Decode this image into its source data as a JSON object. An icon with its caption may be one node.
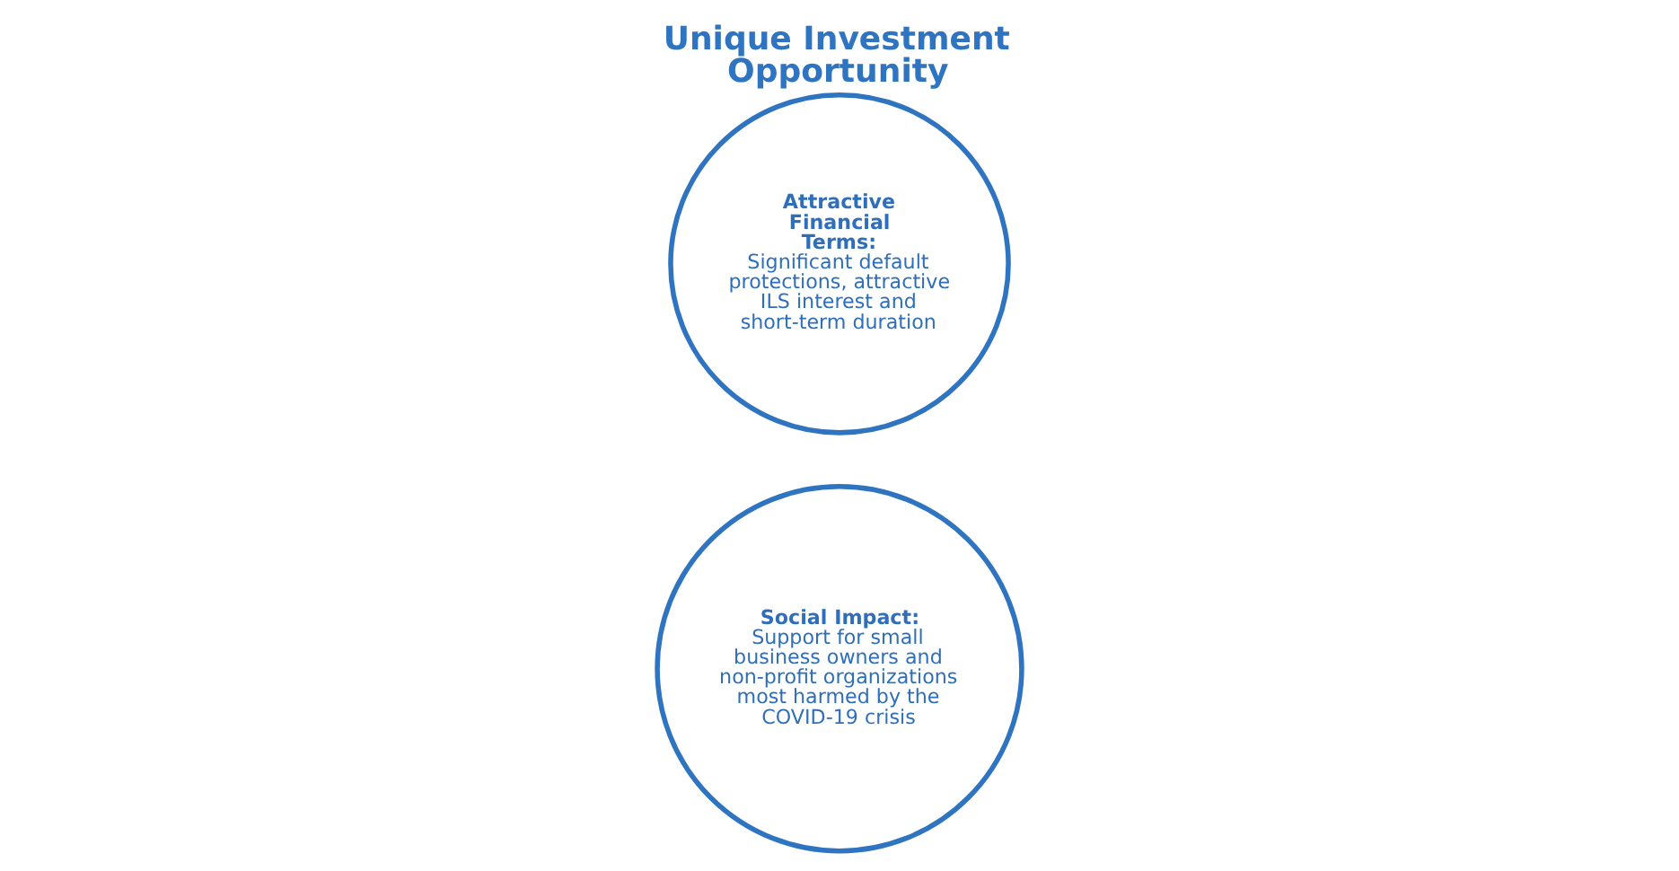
{
  "diagram": {
    "title": "Unique Investment Opportunity",
    "nodes": [
      {
        "text": [
          "Social Impact:",
          "Support for small business owners and non-profit organizations most harmed by the COVID-19 crisis"
        ]
      },
      {
        "text": [
          "Attractive Financial Terms:",
          "Significant default protections, attractive ILS interest and short-term duration"
        ]
      }
    ]
  }
}
